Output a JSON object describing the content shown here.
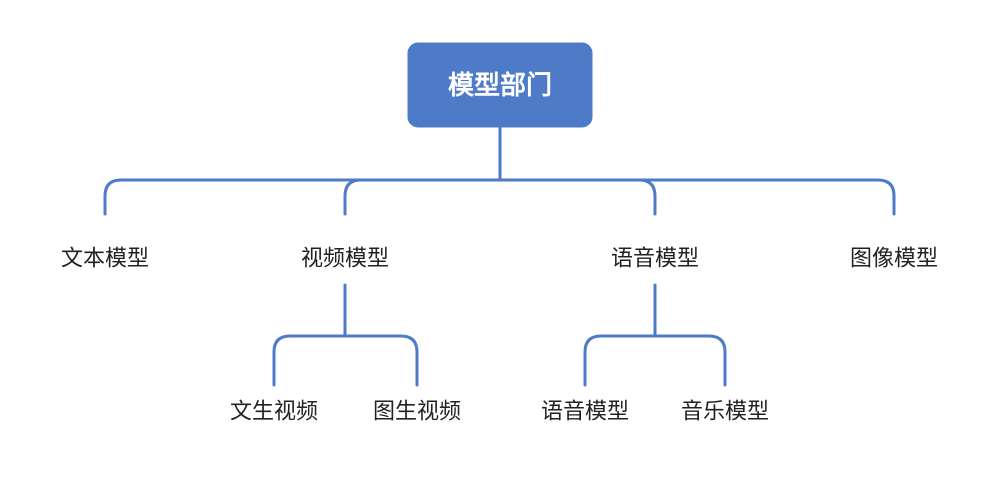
{
  "colors": {
    "accent": "#4e7bc8",
    "root_text": "#ffffff",
    "node_text": "#222222",
    "background": "#ffffff"
  },
  "root": {
    "label": "模型部门"
  },
  "level1": [
    {
      "id": "text",
      "label": "文本模型"
    },
    {
      "id": "video",
      "label": "视频模型"
    },
    {
      "id": "speech",
      "label": "语音模型"
    },
    {
      "id": "image",
      "label": "图像模型"
    }
  ],
  "level2": {
    "video": [
      {
        "id": "text-to-video",
        "label": "文生视频"
      },
      {
        "id": "image-to-video",
        "label": "图生视频"
      }
    ],
    "speech": [
      {
        "id": "speech-model",
        "label": "语音模型"
      },
      {
        "id": "music-model",
        "label": "音乐模型"
      }
    ]
  }
}
